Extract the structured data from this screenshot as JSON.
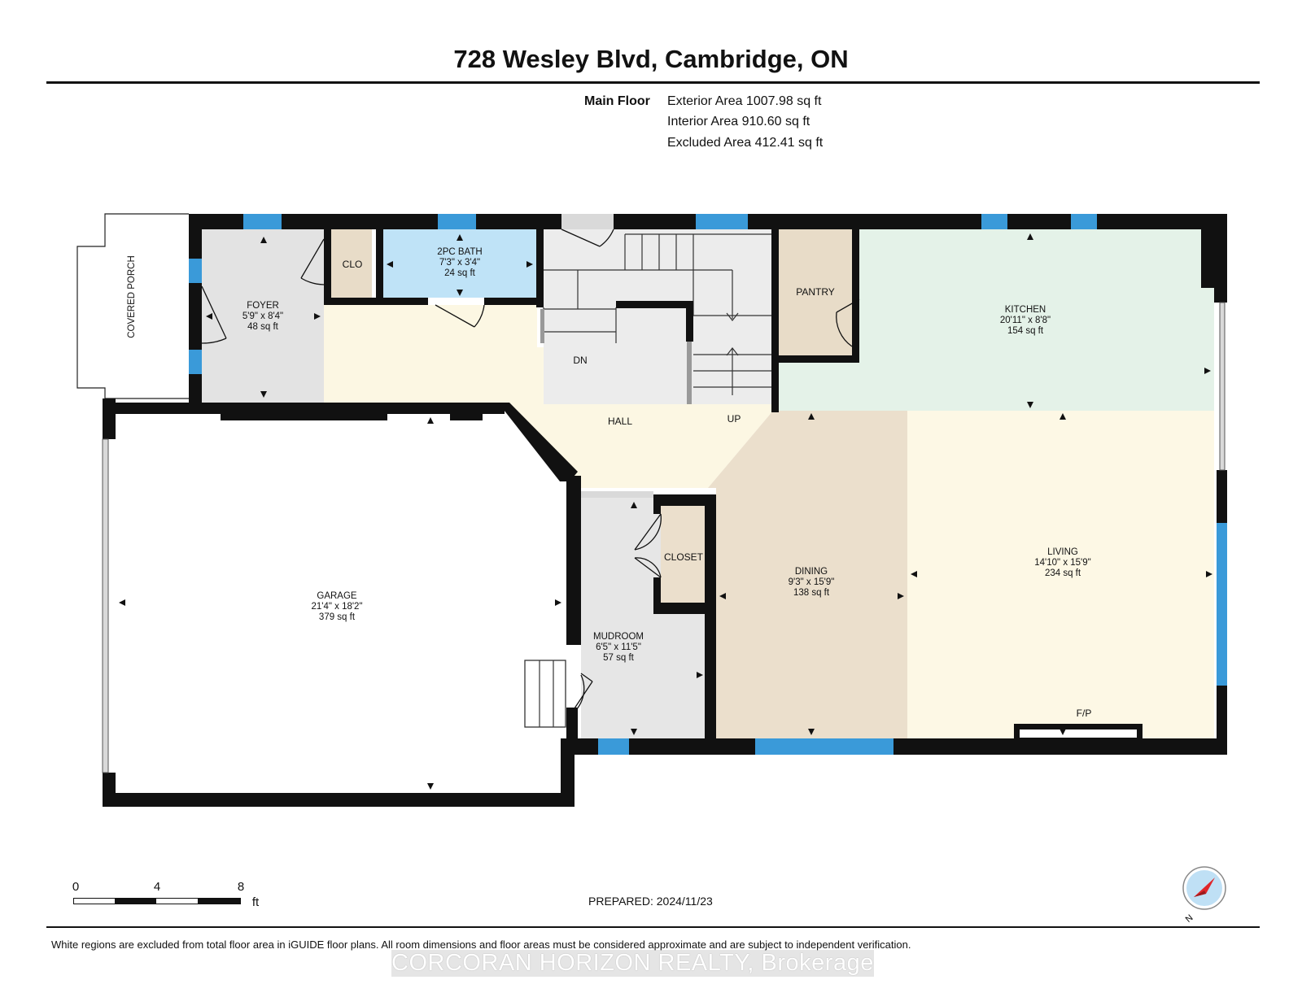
{
  "title": "728 Wesley Blvd, Cambridge, ON",
  "summary": {
    "floor": "Main Floor",
    "exterior": "Exterior Area 1007.98 sq ft",
    "interior": "Interior Area 910.60 sq ft",
    "excluded": "Excluded Area 412.41 sq ft"
  },
  "rooms": {
    "foyer": {
      "name": "FOYER",
      "dims": "5'9\" x 8'4\"",
      "area": "48 sq ft"
    },
    "bath": {
      "name": "2PC BATH",
      "dims": "7'3\" x 3'4\"",
      "area": "24 sq ft"
    },
    "kitchen": {
      "name": "KITCHEN",
      "dims": "20'11\" x 8'8\"",
      "area": "154 sq ft"
    },
    "garage": {
      "name": "GARAGE",
      "dims": "21'4\" x 18'2\"",
      "area": "379 sq ft"
    },
    "dining": {
      "name": "DINING",
      "dims": "9'3\" x 15'9\"",
      "area": "138 sq ft"
    },
    "living": {
      "name": "LIVING",
      "dims": "14'10\" x 15'9\"",
      "area": "234 sq ft"
    },
    "mudroom": {
      "name": "MUDROOM",
      "dims": "6'5\" x 11'5\"",
      "area": "57 sq ft"
    }
  },
  "labels": {
    "clo": "CLO",
    "pantry": "PANTRY",
    "closet": "CLOSET",
    "hall": "HALL",
    "dn": "DN",
    "up": "UP",
    "fp": "F/P",
    "porch": "COVERED PORCH"
  },
  "scale": {
    "t0": "0",
    "t4": "4",
    "t8": "8",
    "unit": "ft"
  },
  "compass": {
    "label": "N",
    "needle_color": "#e0262a",
    "face_color": "#bfe0f5"
  },
  "prepared": "PREPARED: 2024/11/23",
  "footer": "White regions are excluded from total floor area in iGUIDE floor plans. All room dimensions and floor areas must be considered approximate and are subject to independent verification.",
  "watermark": "CORCORAN HORIZON REALTY, Brokerage",
  "colors": {
    "wall": "#111111",
    "window": "#3a9ad9",
    "foyer": "#e3e3e3",
    "bath": "#bfe3f7",
    "clo": "#e8dcc8",
    "stairs": "#e8e8e8",
    "pantry": "#e8dcc8",
    "kitchen": "#e4f2e8",
    "hall": "#fcf7e3",
    "dining": "#ebdfcc",
    "living": "#fdf8e5",
    "mudroom": "#e6e6e6"
  }
}
